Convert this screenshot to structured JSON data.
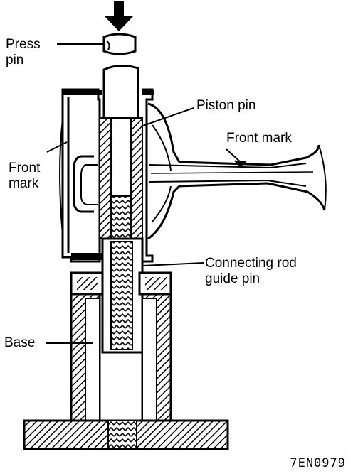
{
  "labels": {
    "press_pin": [
      "Press",
      "pin"
    ],
    "piston_pin": "Piston pin",
    "front_mark_right": "Front mark",
    "front_mark_left": [
      "Front",
      "mark"
    ],
    "guide_pin": [
      "Connecting rod",
      "guide pin"
    ],
    "base": "Base"
  },
  "figure_code": "7EN0979",
  "colors": {
    "ink": "#000000",
    "paper": "#ffffff"
  }
}
